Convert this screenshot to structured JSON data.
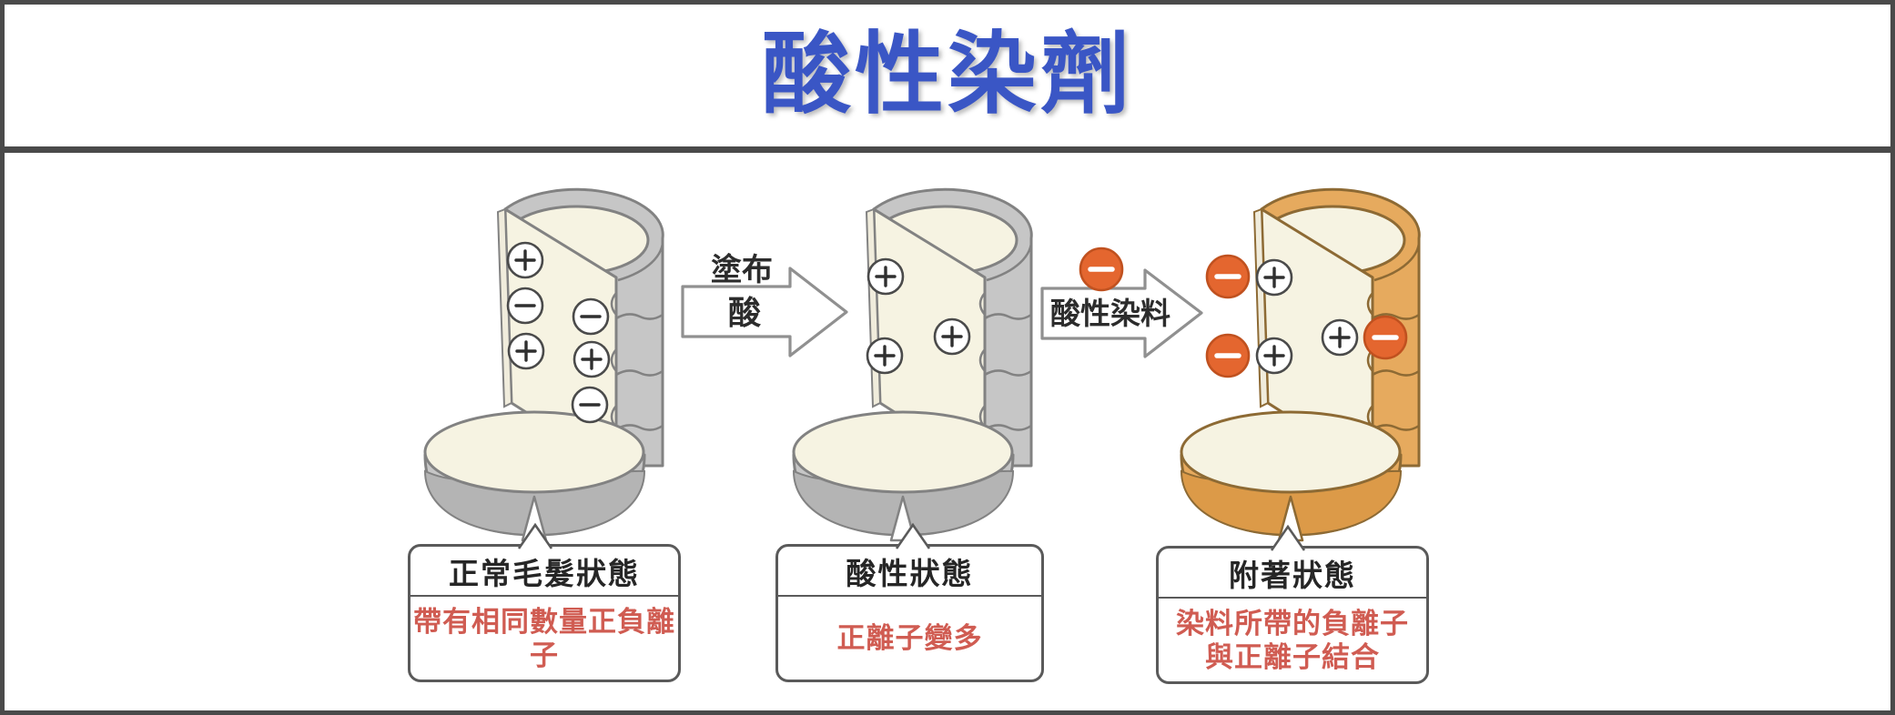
{
  "title": "酸性染劑",
  "palette": {
    "frame_border": "#4a4a4a",
    "title_blue": "#3a56c5",
    "desc_red": "#d05c52",
    "label_black": "#262626",
    "hair_gray": "#c6c6c6",
    "hair_gray_dark": "#b4b4b4",
    "hair_outline": "#828282",
    "cortex_cream": "#f6f3e2",
    "cuticle_orange": "#e6aa5e",
    "cuticle_orange_dark": "#dc9a48",
    "dye_orange": "#e4662f",
    "arrow_outline": "#909090"
  },
  "arrows": [
    {
      "label_top": "塗布",
      "label_inside": "酸"
    },
    {
      "label_inside": "酸性染料"
    }
  ],
  "stages": [
    {
      "name": "normal",
      "box_title": "正常毛髮狀態",
      "desc_lines": [
        "帶有相同數量正負離子"
      ],
      "ions": {
        "positive": 3,
        "negative": 3,
        "dye_negative": 0
      }
    },
    {
      "name": "acidic",
      "box_title": "酸性狀態",
      "desc_lines": [
        "正離子變多"
      ],
      "ions": {
        "positive": 3,
        "negative": 0,
        "dye_negative": 0
      }
    },
    {
      "name": "attached",
      "box_title": "附著狀態",
      "desc_lines": [
        "染料所帶的負離子",
        "與正離子結合"
      ],
      "ions": {
        "positive": 3,
        "negative": 0,
        "dye_negative": 3
      }
    }
  ]
}
